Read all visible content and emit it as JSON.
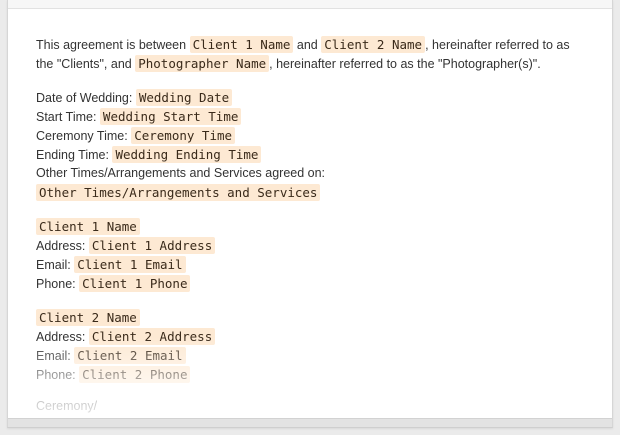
{
  "agreement": {
    "intro_1": "This agreement is between",
    "client1_field": "Client 1 Name",
    "and": "and",
    "client2_field": "Client 2 Name",
    "intro_2": ", hereinafter referred to as",
    "intro_3": "the \"Clients\", and",
    "photographer_field": "Photographer Name",
    "intro_4": ", hereinafter referred to as the \"Photographer(s)\"."
  },
  "wedding": {
    "date_label": "Date of Wedding:",
    "date_field": "Wedding Date",
    "start_label": "Start Time:",
    "start_field": "Wedding Start Time",
    "ceremony_label": "Ceremony Time:",
    "ceremony_field": "Ceremony Time",
    "ending_label": "Ending Time:",
    "ending_field": "Wedding Ending Time",
    "other_label": "Other Times/Arrangements and Services agreed on:",
    "other_field": "Other Times/Arrangements and Services"
  },
  "client1": {
    "name_field": "Client 1 Name",
    "address_label": "Address:",
    "address_field": "Client 1 Address",
    "email_label": "Email:",
    "email_field": "Client 1 Email",
    "phone_label": "Phone:",
    "phone_field": "Client 1 Phone"
  },
  "client2": {
    "name_field": "Client 2 Name",
    "address_label": "Address:",
    "address_field": "Client 2 Address",
    "email_label": "Email:",
    "email_field": "Client 2 Email",
    "phone_label": "Phone:",
    "phone_field": "Client 2 Phone"
  },
  "trailing": {
    "next_section": "Ceremony/"
  },
  "colors": {
    "field_highlight": "#fde9d3",
    "text": "#333333"
  }
}
